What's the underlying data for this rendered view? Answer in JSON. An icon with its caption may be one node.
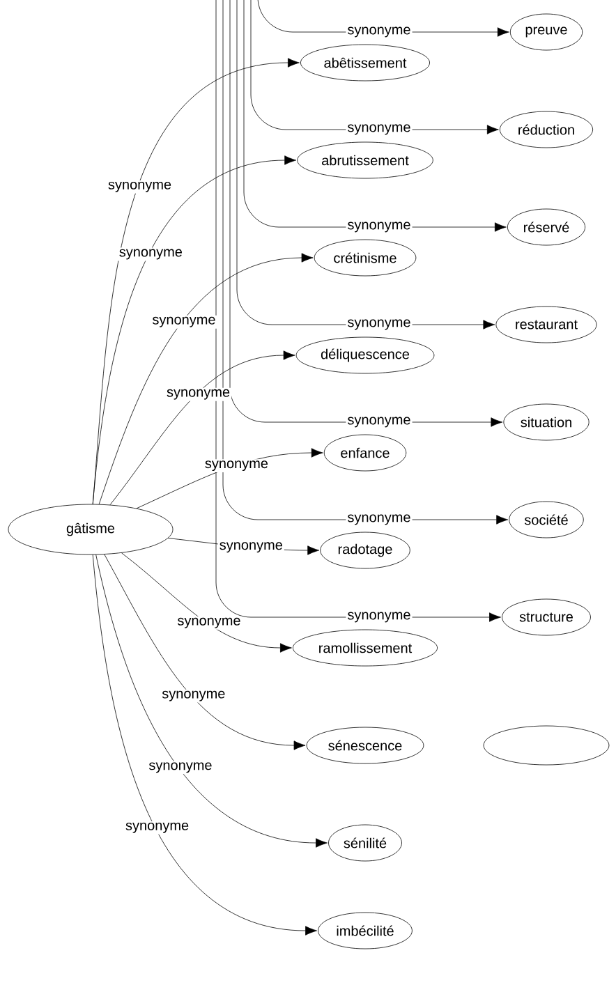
{
  "diagram": {
    "nodes": [
      {
        "text": [
          "gâtisme"
        ]
      },
      {
        "text": [
          "abêtissement"
        ]
      },
      {
        "text": [
          "preuve"
        ]
      },
      {
        "text": [
          "abrutissement"
        ]
      },
      {
        "text": [
          "réduction"
        ]
      },
      {
        "text": [
          "crétinisme"
        ]
      },
      {
        "text": [
          "réservé"
        ]
      },
      {
        "text": [
          "déliquescence"
        ]
      },
      {
        "text": [
          "restaurant"
        ]
      },
      {
        "text": [
          "enfance"
        ]
      },
      {
        "text": [
          "situation"
        ]
      },
      {
        "text": [
          "radotage"
        ]
      },
      {
        "text": [
          "société"
        ]
      },
      {
        "text": [
          "ramollissement"
        ]
      },
      {
        "text": [
          "structure"
        ]
      },
      {
        "text": [
          "sénescence"
        ]
      },
      {
        "text": [],
        "shape": "circle"
      },
      {
        "text": [
          "sénilité"
        ]
      },
      {
        "text": [
          "imbécilité"
        ]
      }
    ],
    "edges": [
      {
        "from": 0,
        "to": 1,
        "arrow": "to",
        "label": "synonyme"
      },
      {
        "from": 0,
        "to": 3,
        "arrow": "to",
        "label": "synonyme"
      },
      {
        "from": 0,
        "to": 5,
        "arrow": "to",
        "label": "synonyme"
      },
      {
        "from": 0,
        "to": 7,
        "arrow": "to",
        "label": "synonyme"
      },
      {
        "from": 0,
        "to": 9,
        "arrow": "to",
        "label": "synonyme"
      },
      {
        "from": 0,
        "to": 11,
        "arrow": "to",
        "label": "synonyme"
      },
      {
        "from": 0,
        "to": 13,
        "arrow": "to",
        "label": "synonyme"
      },
      {
        "from": 0,
        "to": 15,
        "arrow": "to",
        "label": "synonyme"
      },
      {
        "from": 0,
        "to": 17,
        "arrow": "to",
        "label": "synonyme"
      },
      {
        "from": 0,
        "to": 18,
        "arrow": "to",
        "label": "synonyme"
      },
      {
        "from": null,
        "to": 2,
        "arrow": "to",
        "label": "synonyme"
      },
      {
        "from": null,
        "to": 4,
        "arrow": "to",
        "label": "synonyme"
      },
      {
        "from": null,
        "to": 6,
        "arrow": "to",
        "label": "synonyme"
      },
      {
        "from": null,
        "to": 8,
        "arrow": "to",
        "label": "synonyme"
      },
      {
        "from": null,
        "to": 10,
        "arrow": "to",
        "label": "synonyme"
      },
      {
        "from": null,
        "to": 12,
        "arrow": "to",
        "label": "synonyme"
      },
      {
        "from": null,
        "to": 14,
        "arrow": "to",
        "label": "synonyme"
      }
    ]
  }
}
